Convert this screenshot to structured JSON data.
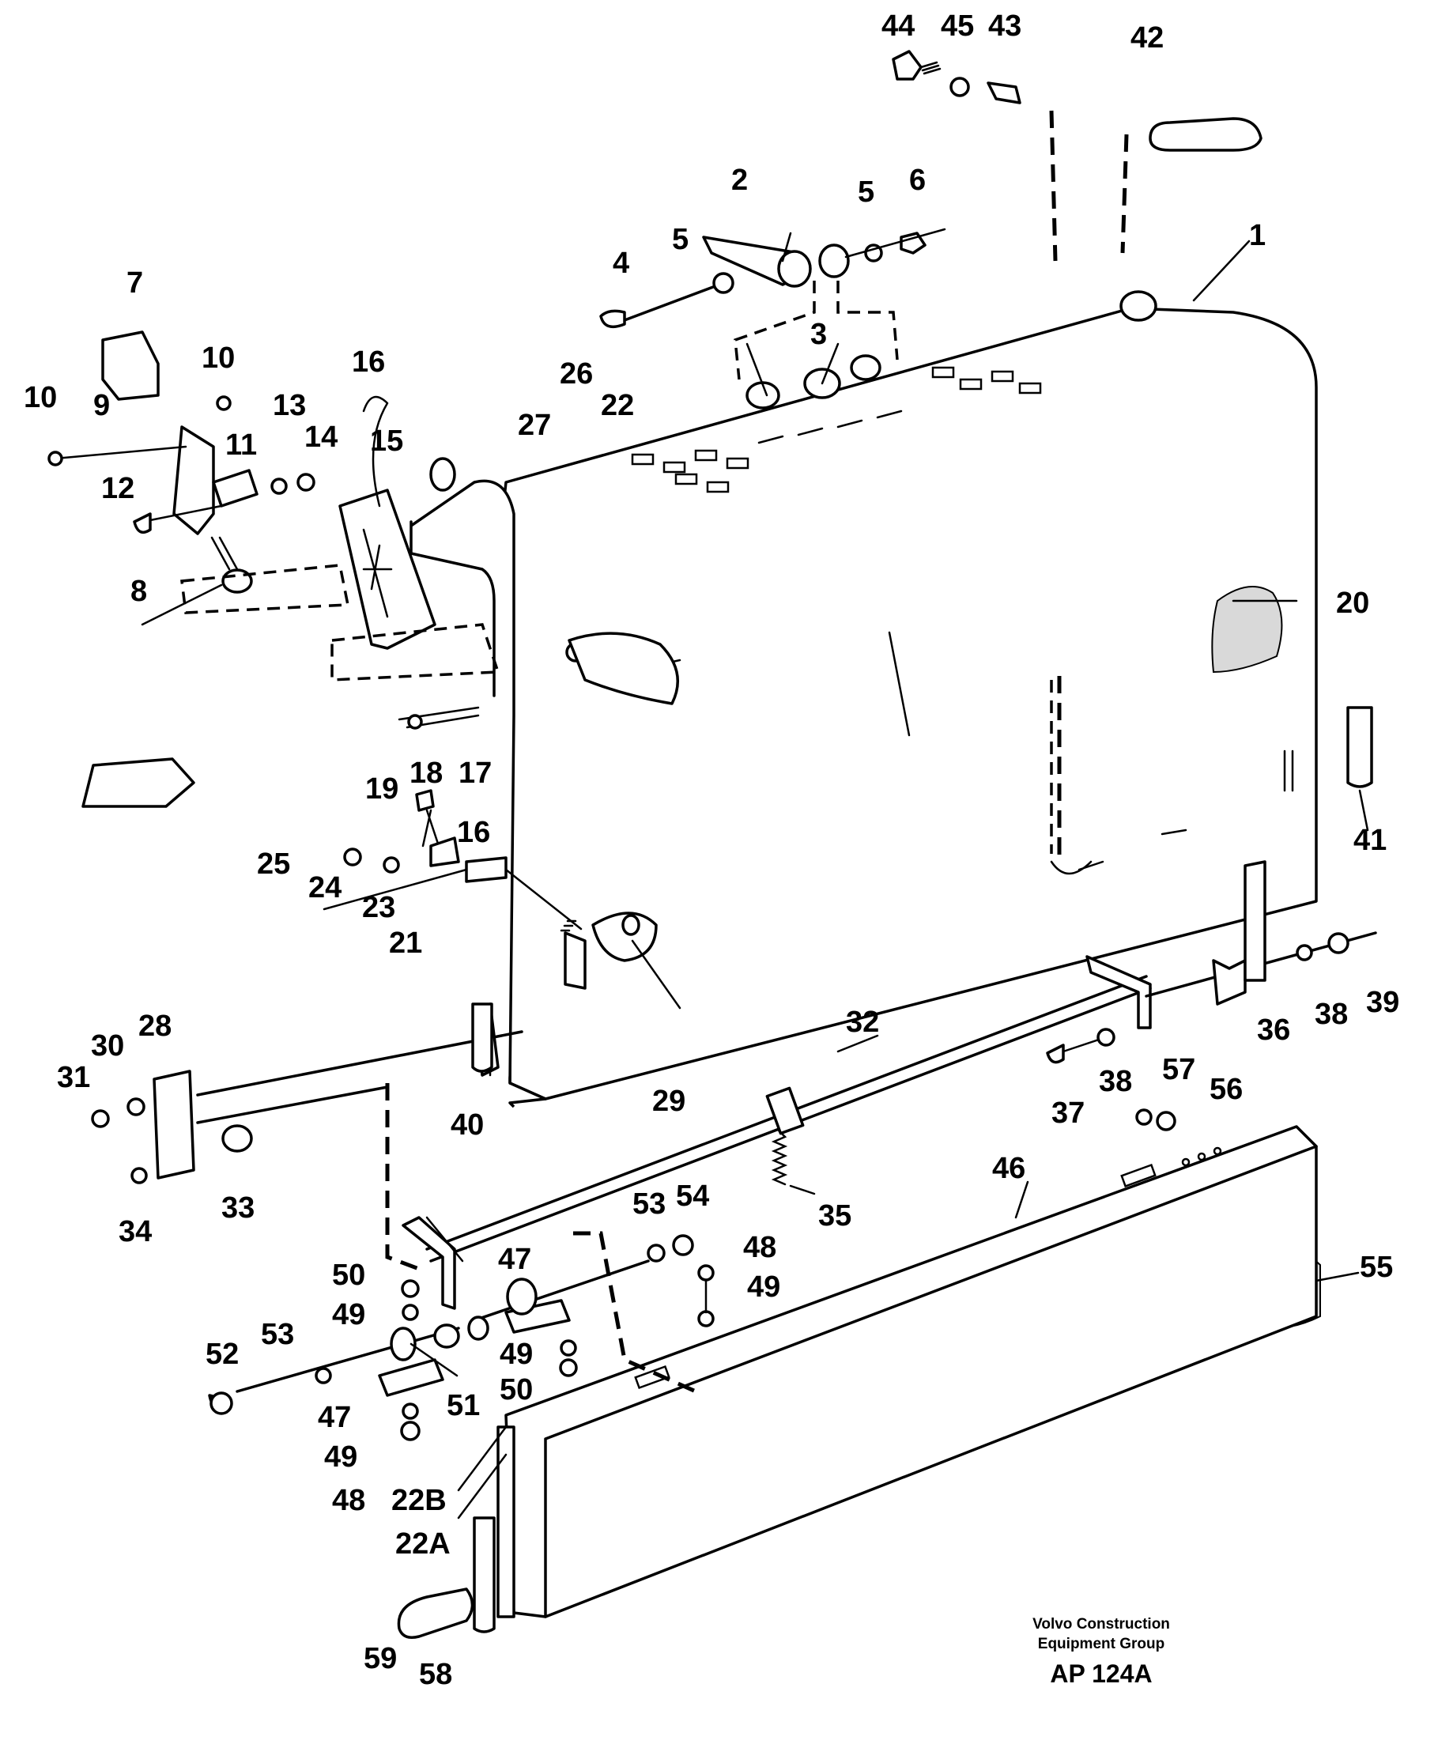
{
  "callouts": [
    {
      "id": "c44",
      "text": "44"
    },
    {
      "id": "c45",
      "text": "45"
    },
    {
      "id": "c43",
      "text": "43"
    },
    {
      "id": "c42",
      "text": "42"
    },
    {
      "id": "c2",
      "text": "2"
    },
    {
      "id": "c5a",
      "text": "5"
    },
    {
      "id": "c6",
      "text": "6"
    },
    {
      "id": "c5b",
      "text": "5"
    },
    {
      "id": "c4",
      "text": "4"
    },
    {
      "id": "c3",
      "text": "3"
    },
    {
      "id": "c1",
      "text": "1"
    },
    {
      "id": "c7",
      "text": "7"
    },
    {
      "id": "c10a",
      "text": "10"
    },
    {
      "id": "c10b",
      "text": "10"
    },
    {
      "id": "c9",
      "text": "9"
    },
    {
      "id": "c16a",
      "text": "16"
    },
    {
      "id": "c13",
      "text": "13"
    },
    {
      "id": "c11",
      "text": "11"
    },
    {
      "id": "c14",
      "text": "14"
    },
    {
      "id": "c15",
      "text": "15"
    },
    {
      "id": "c12",
      "text": "12"
    },
    {
      "id": "c26",
      "text": "26"
    },
    {
      "id": "c22",
      "text": "22"
    },
    {
      "id": "c27",
      "text": "27"
    },
    {
      "id": "c8",
      "text": "8"
    },
    {
      "id": "c20",
      "text": "20"
    },
    {
      "id": "c18",
      "text": "18"
    },
    {
      "id": "c17",
      "text": "17"
    },
    {
      "id": "c19",
      "text": "19"
    },
    {
      "id": "c16b",
      "text": "16"
    },
    {
      "id": "c25",
      "text": "25"
    },
    {
      "id": "c24",
      "text": "24"
    },
    {
      "id": "c23",
      "text": "23"
    },
    {
      "id": "c41",
      "text": "41"
    },
    {
      "id": "c21",
      "text": "21"
    },
    {
      "id": "c28",
      "text": "28"
    },
    {
      "id": "c30",
      "text": "30"
    },
    {
      "id": "c31",
      "text": "31"
    },
    {
      "id": "c29",
      "text": "29"
    },
    {
      "id": "c32",
      "text": "32"
    },
    {
      "id": "c36",
      "text": "36"
    },
    {
      "id": "c38a",
      "text": "38"
    },
    {
      "id": "c39",
      "text": "39"
    },
    {
      "id": "c40",
      "text": "40"
    },
    {
      "id": "c37",
      "text": "37"
    },
    {
      "id": "c38b",
      "text": "38"
    },
    {
      "id": "c57",
      "text": "57"
    },
    {
      "id": "c56",
      "text": "56"
    },
    {
      "id": "c34",
      "text": "34"
    },
    {
      "id": "c33",
      "text": "33"
    },
    {
      "id": "c46",
      "text": "46"
    },
    {
      "id": "c35",
      "text": "35"
    },
    {
      "id": "c53a",
      "text": "53"
    },
    {
      "id": "c54",
      "text": "54"
    },
    {
      "id": "c48a",
      "text": "48"
    },
    {
      "id": "c55",
      "text": "55"
    },
    {
      "id": "c50a",
      "text": "50"
    },
    {
      "id": "c47a",
      "text": "47"
    },
    {
      "id": "c49a",
      "text": "49"
    },
    {
      "id": "c49b",
      "text": "49"
    },
    {
      "id": "c52",
      "text": "52"
    },
    {
      "id": "c53b",
      "text": "53"
    },
    {
      "id": "c49c",
      "text": "49"
    },
    {
      "id": "c50b",
      "text": "50"
    },
    {
      "id": "c51",
      "text": "51"
    },
    {
      "id": "c47b",
      "text": "47"
    },
    {
      "id": "c49d",
      "text": "49"
    },
    {
      "id": "c48b",
      "text": "48"
    },
    {
      "id": "c22b",
      "text": "22B"
    },
    {
      "id": "c22a",
      "text": "22A"
    },
    {
      "id": "c59",
      "text": "59"
    },
    {
      "id": "c58",
      "text": "58"
    }
  ],
  "credit": {
    "line1": "Volvo Construction",
    "line2": "Equipment Group",
    "code": "AP 124A"
  },
  "icons": {
    "direction": "forward-arrow-icon"
  }
}
